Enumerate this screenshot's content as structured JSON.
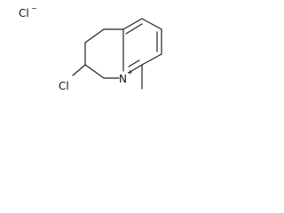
{
  "molecule": {
    "counterion": {
      "symbol": "Cl",
      "charge": "−"
    },
    "ring_atom": {
      "symbol": "N",
      "charge": "+"
    },
    "substituent": {
      "symbol": "Cl"
    }
  },
  "colors": {
    "bond": "#222222",
    "text": "#111111",
    "background": "#ffffff"
  }
}
